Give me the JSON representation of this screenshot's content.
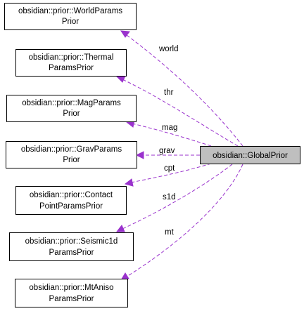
{
  "diagram": {
    "focus": {
      "line1": "obsidian::GlobalPrior"
    },
    "nodes": [
      {
        "id": "world",
        "line1": "obsidian::prior::WorldParams",
        "line2": "Prior"
      },
      {
        "id": "thermal",
        "line1": "obsidian::prior::Thermal",
        "line2": "ParamsPrior"
      },
      {
        "id": "mag",
        "line1": "obsidian::prior::MagParams",
        "line2": "Prior"
      },
      {
        "id": "grav",
        "line1": "obsidian::prior::GravParams",
        "line2": "Prior"
      },
      {
        "id": "contact",
        "line1": "obsidian::prior::Contact",
        "line2": "PointParamsPrior"
      },
      {
        "id": "seismic",
        "line1": "obsidian::prior::Seismic1d",
        "line2": "ParamsPrior"
      },
      {
        "id": "mtaniso",
        "line1": "obsidian::prior::MtAniso",
        "line2": "ParamsPrior"
      }
    ],
    "edges": [
      {
        "to": "world",
        "label": "world"
      },
      {
        "to": "thermal",
        "label": "thr"
      },
      {
        "to": "mag",
        "label": "mag"
      },
      {
        "to": "grav",
        "label": "grav"
      },
      {
        "to": "contact",
        "label": "cpt"
      },
      {
        "to": "seismic",
        "label": "s1d"
      },
      {
        "to": "mtaniso",
        "label": "mt"
      }
    ],
    "colors": {
      "edge": "#9a32cd",
      "focus_fill": "#bfbfbf",
      "border": "#000000"
    }
  }
}
